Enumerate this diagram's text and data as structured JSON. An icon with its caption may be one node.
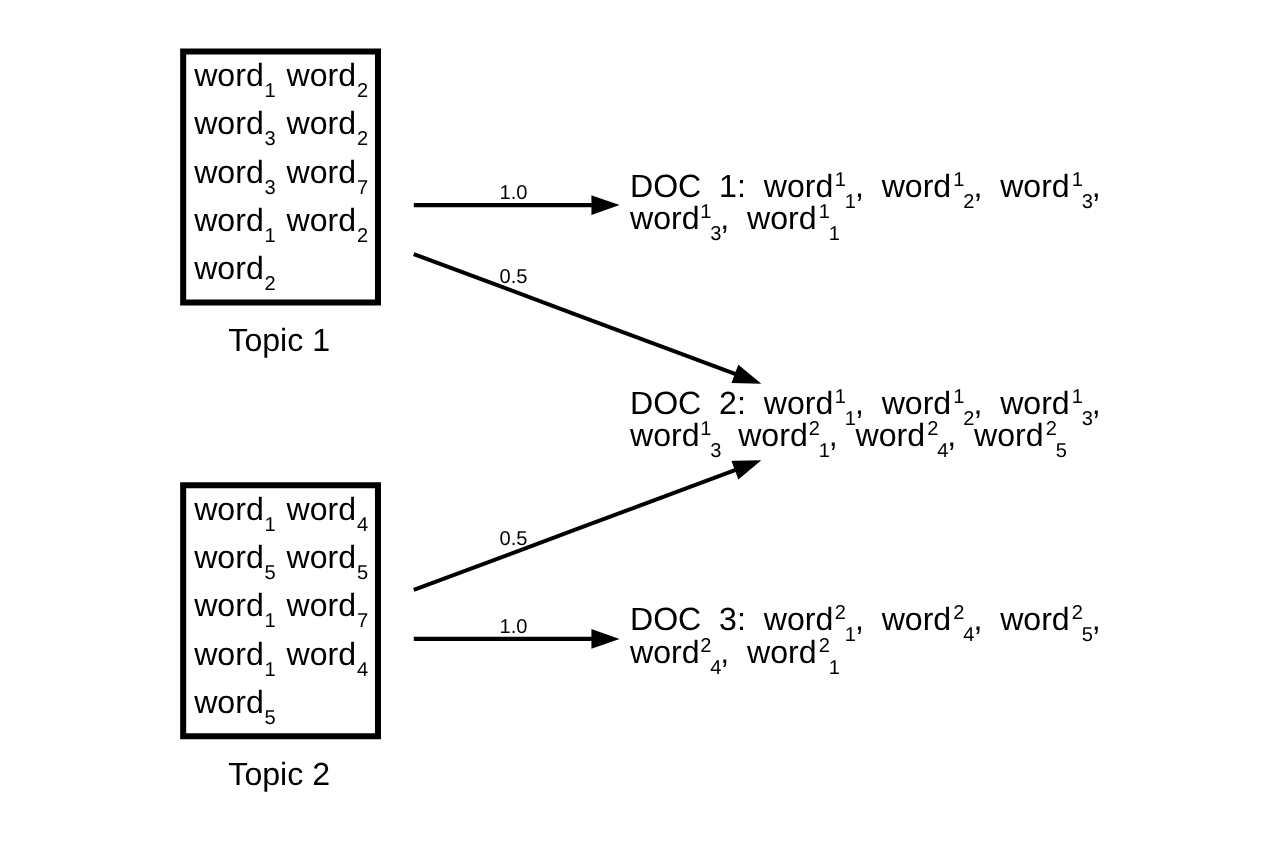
{
  "diagram": {
    "nodes": [
      {
        "text": [
          "word$_{1}$",
          "word$_{2}$",
          "word$_{3}$",
          "word$_{2}$",
          "word$_{3}$",
          "word$_{7}$",
          "word$_{1}$",
          "word$_{2}$",
          "word$_{2}$",
          "Topic 1"
        ]
      },
      {
        "text": [
          "word$_{1}$",
          "word$_{4}$",
          "word$_{5}$",
          "word$_{5}$",
          "word$_{1}$",
          "word$_{7}$",
          "word$_{1}$",
          "word$_{4}$",
          "word$_{5}$",
          "Topic 2"
        ]
      },
      {
        "text": [
          "DOC 1: word$^{1}$$_{1}$, word$^{1}$$_{2}$, word$^{1}$$_{3}$, word$^{1}$$_{3}$, word$^{1}$$_{1}$"
        ]
      },
      {
        "text": [
          "DOC 2: word$^{1}$$_{1}$, word$^{1}$$_{2}$, word$^{1}$$_{3}$, word$^{1}$$_{3}$ word$^{2}$$_{1}$, word$^{2}$$_{4}$, word$^{2}$$_{5}$"
        ]
      },
      {
        "text": [
          "DOC 3: word$^{2}$$_{1}$, word$^{2}$$_{4}$, word$^{2}$$_{5}$, word$^{2}$$_{4}$, word$^{2}$$_{1}$"
        ]
      }
    ],
    "edges": [
      {
        "from": 0,
        "to": 2,
        "arrow": "to",
        "label": "1.0"
      },
      {
        "from": 0,
        "to": 3,
        "arrow": "to",
        "label": "0.5"
      },
      {
        "from": 1,
        "to": 3,
        "arrow": "to",
        "label": "0.5"
      },
      {
        "from": 1,
        "to": 4,
        "arrow": "to",
        "label": "1.0"
      }
    ]
  }
}
